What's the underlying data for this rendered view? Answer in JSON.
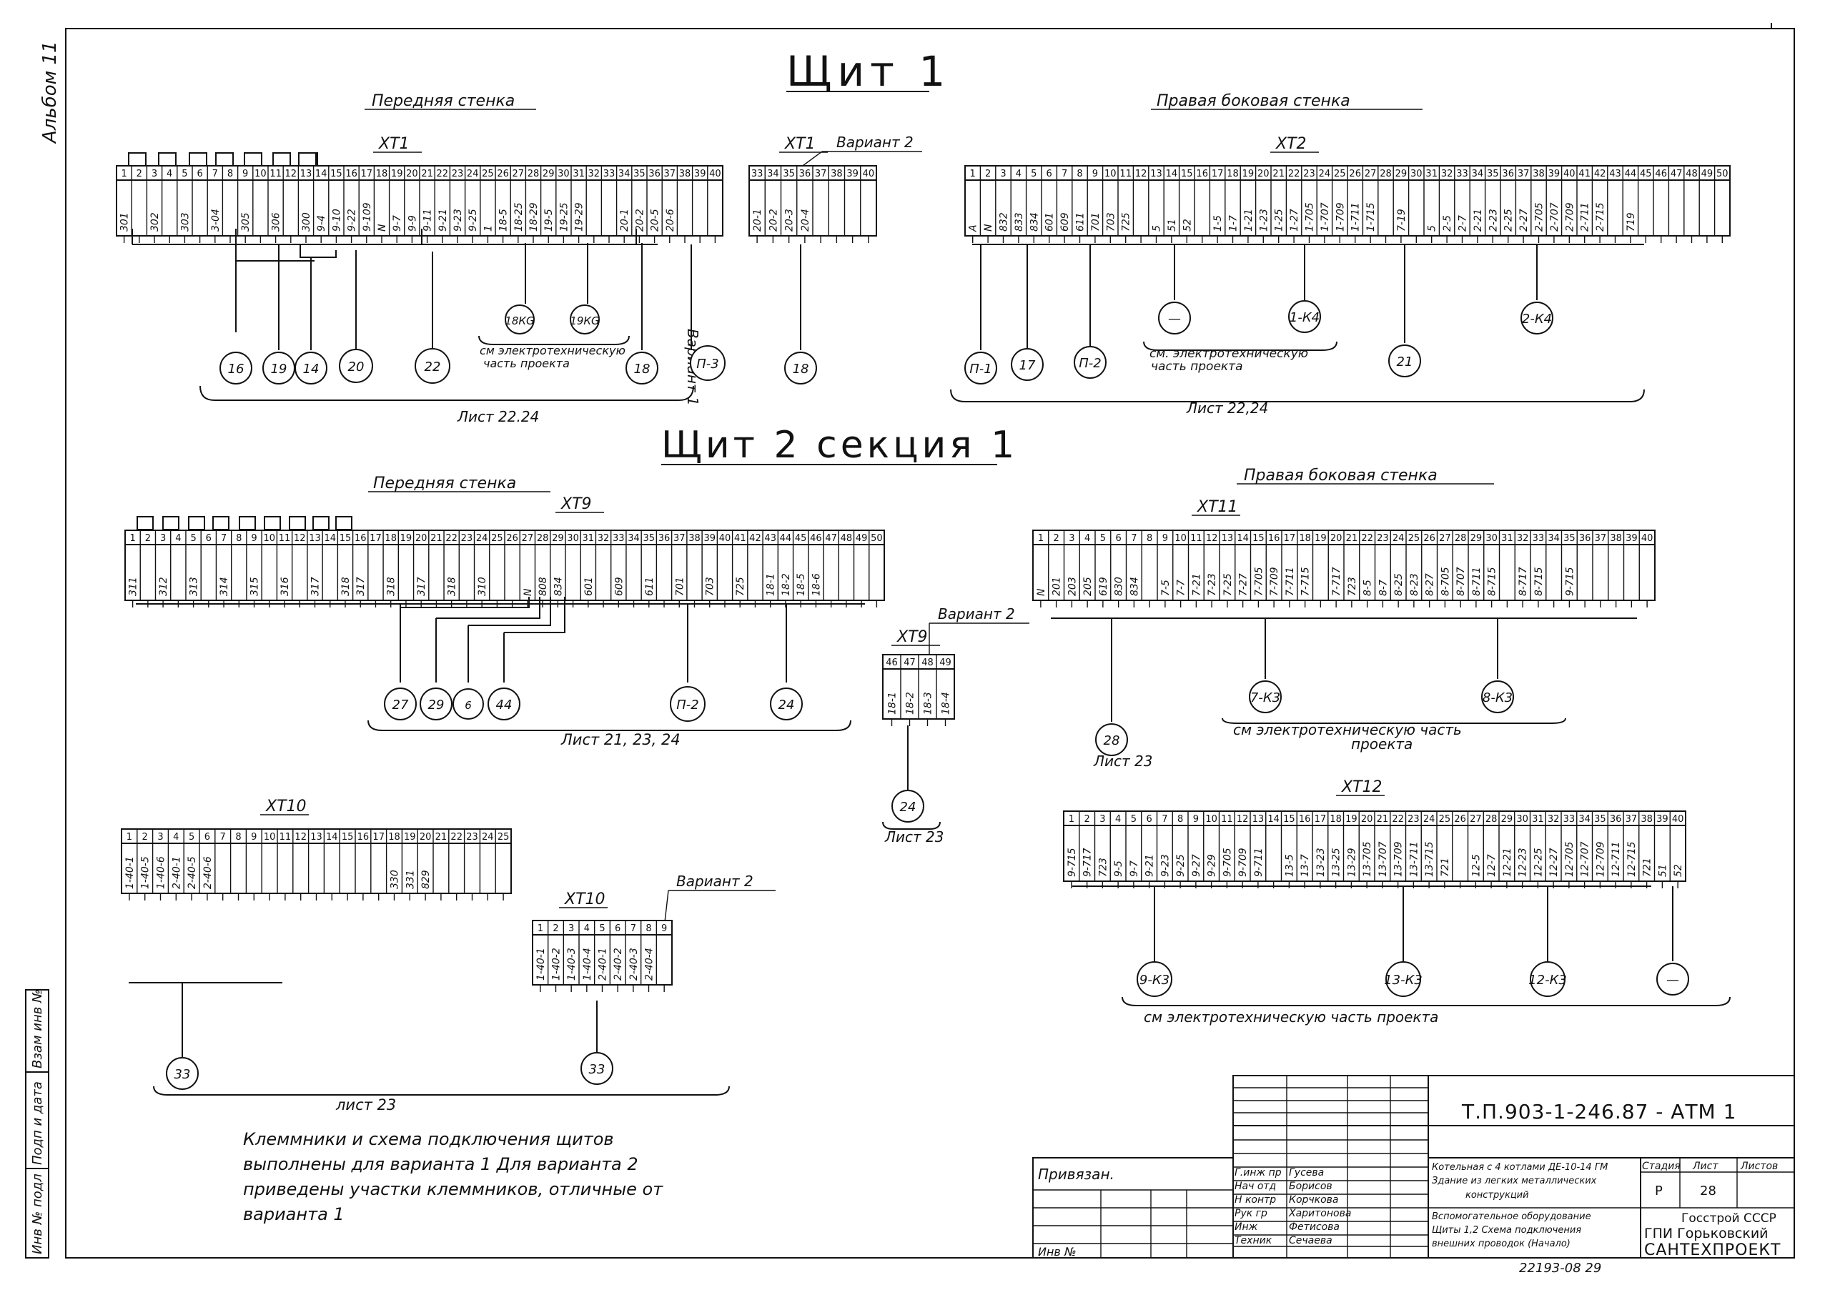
{
  "album": "Альбом 11",
  "sections": [
    {
      "key": "shield1",
      "title": "Щит 1"
    },
    {
      "key": "shield2",
      "title": "Щит 2 секция 1"
    }
  ],
  "walls": {
    "front1": "Передняя стенка",
    "right1": "Правая боковая стенка",
    "front2": "Передняя стенка",
    "right2": "Правая боковая стенка"
  },
  "variant2_label": "Вариант 2",
  "variant1_label": "Вариант 1",
  "blocks": [
    {
      "id": "xt1",
      "name": "XT1",
      "count": 40,
      "wires": [
        "301",
        "",
        "302",
        "",
        "303",
        "",
        "3-04",
        "",
        "305",
        "",
        "306",
        "",
        "300",
        "9-4",
        "9-10",
        "9-22",
        "9-109",
        "N",
        "9-7",
        "9-9",
        "9-11",
        "9-21",
        "9-23",
        "9-25",
        "1",
        "18-5",
        "18-25",
        "18-29",
        "19-5",
        "19-25",
        "19-29",
        "",
        "",
        "20-1",
        "20-2",
        "20-5",
        "20-6",
        "",
        "",
        ""
      ]
    },
    {
      "id": "xt1v2",
      "name": "XT1",
      "count": 8,
      "start": 33,
      "wires": [
        "20-1",
        "20-2",
        "20-3",
        "20-4",
        "",
        "",
        "",
        ""
      ]
    },
    {
      "id": "xt2",
      "name": "XT2",
      "count": 50,
      "wires": [
        "A",
        "N",
        "832",
        "833",
        "834",
        "601",
        "609",
        "611",
        "701",
        "703",
        "725",
        "",
        "5",
        "51",
        "52",
        "",
        "1-5",
        "1-7",
        "1-21",
        "1-23",
        "1-25",
        "1-27",
        "1-705",
        "1-707",
        "1-709",
        "1-711",
        "1-715",
        "",
        "7-19",
        "",
        "5",
        "2-5",
        "2-7",
        "2-21",
        "2-23",
        "2-25",
        "2-27",
        "2-705",
        "2-707",
        "2-709",
        "2-711",
        "2-715",
        "",
        "719",
        "",
        "",
        "",
        "",
        "",
        ""
      ]
    },
    {
      "id": "xt9",
      "name": "XT9",
      "count": 50,
      "wires": [
        "311",
        "",
        "312",
        "",
        "313",
        "",
        "314",
        "",
        "315",
        "",
        "316",
        "",
        "317",
        "",
        "318",
        "317",
        "",
        "318",
        "",
        "317",
        "",
        "318",
        "",
        "310",
        "",
        "",
        "N",
        "808",
        "834",
        "",
        "601",
        "",
        "609",
        "",
        "611",
        "",
        "701",
        "",
        "703",
        "",
        "725",
        "",
        "18-1",
        "18-2",
        "18-5",
        "18-6",
        "",
        "",
        "",
        ""
      ]
    },
    {
      "id": "xt9v2",
      "name": "XT9",
      "count": 4,
      "start": 46,
      "wires": [
        "18-1",
        "18-2",
        "18-3",
        "18-4"
      ]
    },
    {
      "id": "xt10",
      "name": "XT10",
      "count": 25,
      "wires": [
        "1-40-1",
        "1-40-5",
        "1-40-6",
        "2-40-1",
        "2-40-5",
        "2-40-6",
        "",
        "",
        "",
        "",
        "",
        "",
        "",
        "",
        "",
        "",
        "",
        "330",
        "331",
        "829",
        "",
        "",
        "",
        "",
        ""
      ]
    },
    {
      "id": "xt10v2",
      "name": "XT10",
      "count": 9,
      "wires": [
        "1-40-1",
        "1-40-2",
        "1-40-3",
        "1-40-4",
        "2-40-1",
        "2-40-2",
        "2-40-3",
        "2-40-4",
        ""
      ]
    },
    {
      "id": "xt11",
      "name": "XT11",
      "count": 40,
      "wires": [
        "N",
        "201",
        "203",
        "205",
        "619",
        "830",
        "834",
        "",
        "7-5",
        "7-7",
        "7-21",
        "7-23",
        "7-25",
        "7-27",
        "7-705",
        "7-709",
        "7-711",
        "7-715",
        "",
        "7-717",
        "723",
        "8-5",
        "8-7",
        "8-25",
        "8-23",
        "8-27",
        "8-705",
        "8-707",
        "8-711",
        "8-715",
        "",
        "8-717",
        "8-715",
        "",
        "9-715",
        "",
        "",
        "",
        "",
        ""
      ]
    },
    {
      "id": "xt12",
      "name": "XT12",
      "count": 40,
      "wires": [
        "9-715",
        "9-717",
        "723",
        "9-5",
        "9-7",
        "9-21",
        "9-23",
        "9-25",
        "9-27",
        "9-29",
        "9-705",
        "9-709",
        "9-711",
        "",
        "13-5",
        "13-7",
        "13-23",
        "13-25",
        "13-29",
        "13-705",
        "13-707",
        "13-709",
        "13-711",
        "13-715",
        "721",
        "",
        "12-5",
        "12-7",
        "12-21",
        "12-23",
        "12-25",
        "12-27",
        "12-705",
        "12-707",
        "12-709",
        "12-711",
        "12-715",
        "721",
        "51",
        "52"
      ]
    }
  ],
  "cables": {
    "c16": "16",
    "c19": "19",
    "c14": "14",
    "c20": "20",
    "c22": "22",
    "c18a": "18",
    "cP3": "П-3",
    "c18b": "18",
    "cP1": "П-1",
    "c17": "17",
    "cP2a": "П-2",
    "cMinus1": "—",
    "c1K4": "1-К4",
    "c21": "21",
    "c2K4": "2-К4",
    "c27": "27",
    "c29": "29",
    "c6": "6",
    "c44": "44",
    "cP2b": "П-2",
    "c24a": "24",
    "c24b": "24",
    "c28": "28",
    "c7K3": "7-К3",
    "c8K3": "8-К3",
    "c33a": "33",
    "c33b": "33",
    "c9K3": "9-К3",
    "c13K3": "13-К3",
    "c12K3": "12-К3",
    "cMinus2": "—",
    "c18KG": "18КG",
    "c19KG": "19КG"
  },
  "notes": {
    "see_elec_short": "см электротехническую часть проекта",
    "see_elec1": "см. электротехническую часть проекта",
    "see_elec2": "см электротехническую часть проекта",
    "see_elec3": "см электротехническую часть проекта",
    "sheet_2224a": "Лист 22.24",
    "sheet_2224b": "Лист 22,24",
    "sheet_212324": "Лист 21, 23, 24",
    "sheet_23a": "Лист 23",
    "sheet_23b": "Лист 23",
    "sheet_23c": "лист 23"
  },
  "footnote": [
    "Клеммники и схема подключения щитов",
    "выполнены для варианта 1 Для варианта 2",
    "приведены участки клеммников, отличные от",
    "варианта 1"
  ],
  "stamp": {
    "code": "Т.П.903-1-246.87 - АТМ 1",
    "bound": "Привязан.",
    "inv": "Инв №",
    "roles": [
      "Г.инж пр",
      "Нач отд",
      "Н контр",
      "Рук гр",
      "Инж",
      "Техник"
    ],
    "names": [
      "Гусева",
      "Борисов",
      "Корчкова",
      "Харитонова",
      "Фетисова",
      "Сечаева"
    ],
    "desc1": "Котельная с 4 котлами ДЕ-10-14 ГМ Здание из легких металлических конструкций",
    "desc2": "Вспомогательное оборудование Щиты 1,2 Схема подключения внешних проводок (Начало)",
    "stage_h": "Стадия",
    "sheet_h": "Лист",
    "sheets_h": "Листов",
    "stage": "Р",
    "sheet": "28",
    "org1": "Госстрой СССР",
    "org2": "ГПИ Горьковский",
    "org3": "САНТЕХПРОЕКТ",
    "bottom": "22193-08 29"
  },
  "side_labels": [
    "Инв № подл",
    "Подп и дата",
    "Взам инв №"
  ]
}
